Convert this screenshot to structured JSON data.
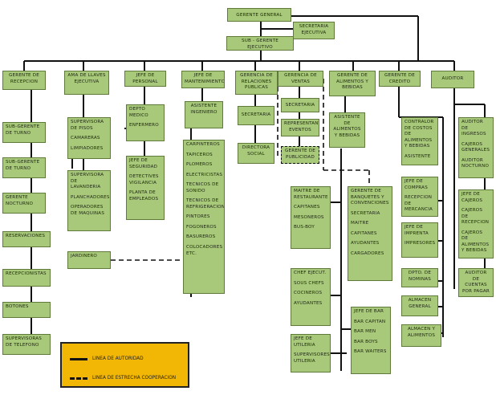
{
  "title": "GERENTE GENERAL",
  "secretaria_ejecutiva": "SECRETARIA EJECUTIVA",
  "sub_gerente_ejecutivo": "SUB - GERENTE EJECUTIVO",
  "departments": {
    "recepcion": "GERENTE DE RECEPCION",
    "llaves": "AMA DE LLAVES EJECUTIVA",
    "personal": "JEFE DE PERSONAL",
    "mantenimiento": "JEFE DE MANTENIMIENTO",
    "relaciones": "GERENCIA DE RELACIONES PUBLICAS",
    "ventas": "GERENCIA DE VENTAS",
    "alimentos": "GERENTE DE ALIMENTOS Y BEBIDAS",
    "credito": "GERENTE DE CREDITO",
    "auditor": "AUDITOR"
  },
  "recepcion_items": [
    "SUB-GERENTE DE TURNO",
    "SUB-GERENTE DE TURNO",
    "GERENTE NOCTURNO",
    "RESERVACIONES",
    "RECEPCIONISTAS",
    "BOTONES",
    "SUPERVISORAS DE TELEFONO"
  ],
  "llaves_items": {
    "supervisora_pisos": "SUPERVISORA DE PISOS",
    "camareras": "CAMARERAS",
    "limpiadores": "LIMPIADORES",
    "supervisora_lavanderia": "SUPERVISORA DE LAVANDERIA",
    "planchadores": "PLANCHADORES",
    "operadores": "OPERADORES DE MAQUINAS",
    "jardinero": "JARDINERO"
  },
  "personal_items": {
    "depto_medico": "DEPTO MEDICO",
    "enfermero": "ENFERMERO",
    "jefe_seguridad": "JEFE DE SEGURIDAD",
    "detectives": "DETECTIVES VIGILANCIA",
    "planta": "PLANTA DE EMPLEADOS"
  },
  "mantenimiento_items": {
    "asistente": "ASISTENTE INGENIERO",
    "workers": [
      "CARPINTEROS",
      "TAPICEROS",
      "PLOMEROS",
      "ELECTRICISTAS",
      "TECNICOS DE SONIDO",
      "TECNICOS DE REFRIGERACION",
      "PINTORES",
      "FOGONEROS",
      "BASUREROS",
      "COLOCADORES ETC."
    ]
  },
  "relaciones_items": {
    "secretaria": "SECRETARIA",
    "directora": "DIRECTORA SOCIAL"
  },
  "ventas_items": {
    "secretaria": "SECRETARIA",
    "representante": "REPRESENTANTE EVENTOS",
    "publicidad": "GERENTE DE PUBLICIDAD"
  },
  "alimentos_items": {
    "asistente": "ASISTENTE DE ALIMENTOS Y BEBIDAS",
    "maitre_box": [
      "MAITRE DE RESTAURANTE",
      "CAPITANES",
      "MESONEROS",
      "BUS-BOY"
    ],
    "banquetes_box": [
      "GERENTE DE BANQUETES Y CONVENCIONES",
      "SECRETARIA",
      "MAITRE",
      "CAPITANES",
      "AYUDANTES",
      "CARGADORES"
    ],
    "chef_box": [
      "CHEF EJECUT.",
      "SOUS CHEFS",
      "COCINEROS",
      "AYUDANTES"
    ],
    "bar_box": [
      "JEFE DE BAR",
      "BAR CAPITAN",
      "BAR MEN",
      "BAR BOYS",
      "BAR WAITERS"
    ],
    "utileria_box": [
      "JEFE DE UTILERIA",
      "SUPERVISORES UTILERIA"
    ]
  },
  "credito_items": {
    "contralor": [
      "CONTRALOR DE COSTOS DE ALIMENTOS Y BEBIDAS",
      "ASISTENTE"
    ],
    "compras": [
      "JEFE DE COMPRAS",
      "RECEPCION DE MERCANCIA"
    ],
    "imprenta": [
      "JEFE DE IMPRENTA",
      "IMPRESORES"
    ],
    "nominas": "DPTO. DE NOMINAS",
    "almacen": "ALMACEN GENERAL",
    "almacen_alimentos": "ALMACEN Y ALIMENTOS"
  },
  "auditor_items": {
    "ingresos": [
      "AUDITOR DE INGRESOS",
      "CAJEROS GENERALES",
      "AUDITOR NOCTURNO"
    ],
    "cajeros": [
      "JEFE DE CAJEROS",
      "CAJEROS DE RECEPCION",
      "CAJEROS DE ALIMENTOS Y BEBIDAS"
    ],
    "cuentas": "AUDITOR DE CUENTAS POR PAGAR"
  },
  "legend": {
    "autoridad": "LINEA DE AUTORIDAD",
    "cooperacion": "LINEA DE ESTRECHA COOPERACION"
  },
  "colors": {
    "box": "#a8c87a",
    "box_border": "#5f7a3a",
    "legend_bg": "#f2b705",
    "line": "#111111"
  }
}
